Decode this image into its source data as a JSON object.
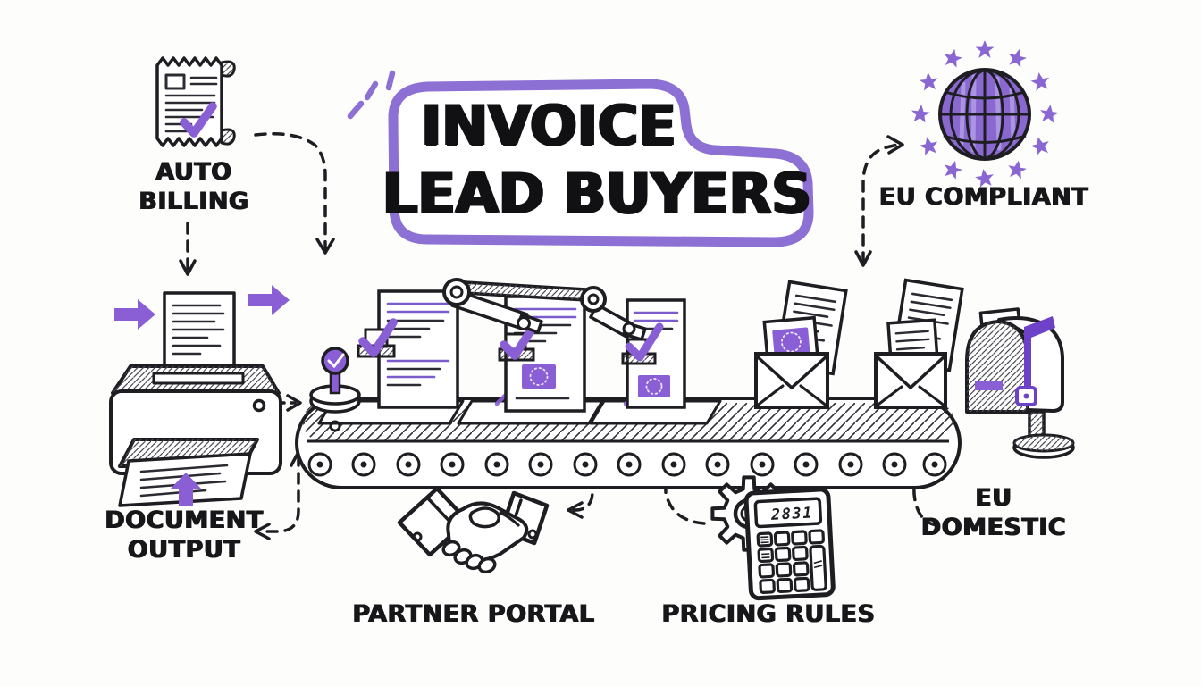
{
  "title": {
    "line1": "INVOICE",
    "line2": "LEAD BUYERS"
  },
  "nodes": {
    "auto_billing": {
      "line1": "AUTO",
      "line2": "BILLING",
      "icon": "receipt-check-icon"
    },
    "eu_compliant": {
      "label": "EU COMPLIANT",
      "icon": "eu-globe-stars-icon"
    },
    "document_output": {
      "line1": "DOCUMENT",
      "line2": "OUTPUT",
      "icon": "printer-icon"
    },
    "partner_portal": {
      "label": "PARTNER PORTAL",
      "icon": "handshake-icon"
    },
    "pricing_rules": {
      "label": "PRICING RULES",
      "icon": "gear-calculator-icon"
    },
    "eu_domestic": {
      "line1": "EU",
      "line2": "DOMESTIC",
      "icon": "mailbox-icon"
    }
  },
  "calculator": {
    "display": "2831"
  },
  "colors": {
    "accent_purple": "#8a5fd6",
    "globe_purple": "#8a68d0",
    "flag_purple": "#6e42c8",
    "outline_ink": "#1d1d22",
    "background": "#fcfcfb"
  }
}
